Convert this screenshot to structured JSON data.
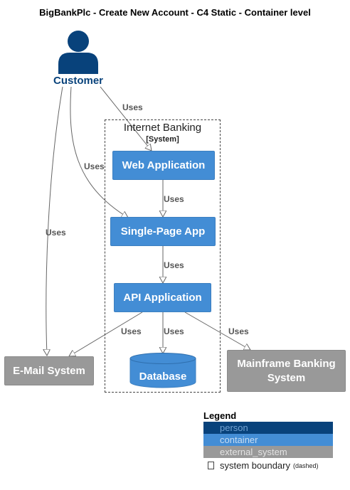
{
  "title": "BigBankPlc - Create New Account - C4 Static - Container level",
  "person": {
    "label": "Customer",
    "icon": "person-icon",
    "color": "#08427b"
  },
  "boundary": {
    "title": "Internet Banking",
    "subtitle": "[System]"
  },
  "containers": {
    "web_app": "Web Application",
    "spa": "Single-Page App",
    "api": "API Application",
    "database": "Database"
  },
  "external_systems": {
    "email": "E-Mail System",
    "mainframe": "Mainframe Banking System"
  },
  "edges": [
    {
      "from": "Customer",
      "to": "Web Application",
      "label": "Uses"
    },
    {
      "from": "Customer",
      "to": "Single-Page App",
      "label": "Uses"
    },
    {
      "from": "Customer",
      "to": "E-Mail System",
      "label": "Uses"
    },
    {
      "from": "Web Application",
      "to": "Single-Page App",
      "label": "Uses"
    },
    {
      "from": "Single-Page App",
      "to": "API Application",
      "label": "Uses"
    },
    {
      "from": "API Application",
      "to": "E-Mail System",
      "label": "Uses"
    },
    {
      "from": "API Application",
      "to": "Database",
      "label": "Uses"
    },
    {
      "from": "API Application",
      "to": "Mainframe Banking System",
      "label": "Uses"
    }
  ],
  "legend": {
    "title": "Legend",
    "items": [
      {
        "label": "person",
        "color": "#08427b",
        "text_color": "#73a3d3"
      },
      {
        "label": "container",
        "color": "#438dd5",
        "text_color": "#c8ddf3"
      },
      {
        "label": "external_system",
        "color": "#999999",
        "text_color": "#e3e3e3"
      },
      {
        "label": "system boundary",
        "note": "(dashed)",
        "color": "#ffffff",
        "text_color": "#222222"
      }
    ]
  },
  "colors": {
    "person": "#08427b",
    "container": "#438dd5",
    "external": "#999999",
    "edge": "#666666"
  }
}
